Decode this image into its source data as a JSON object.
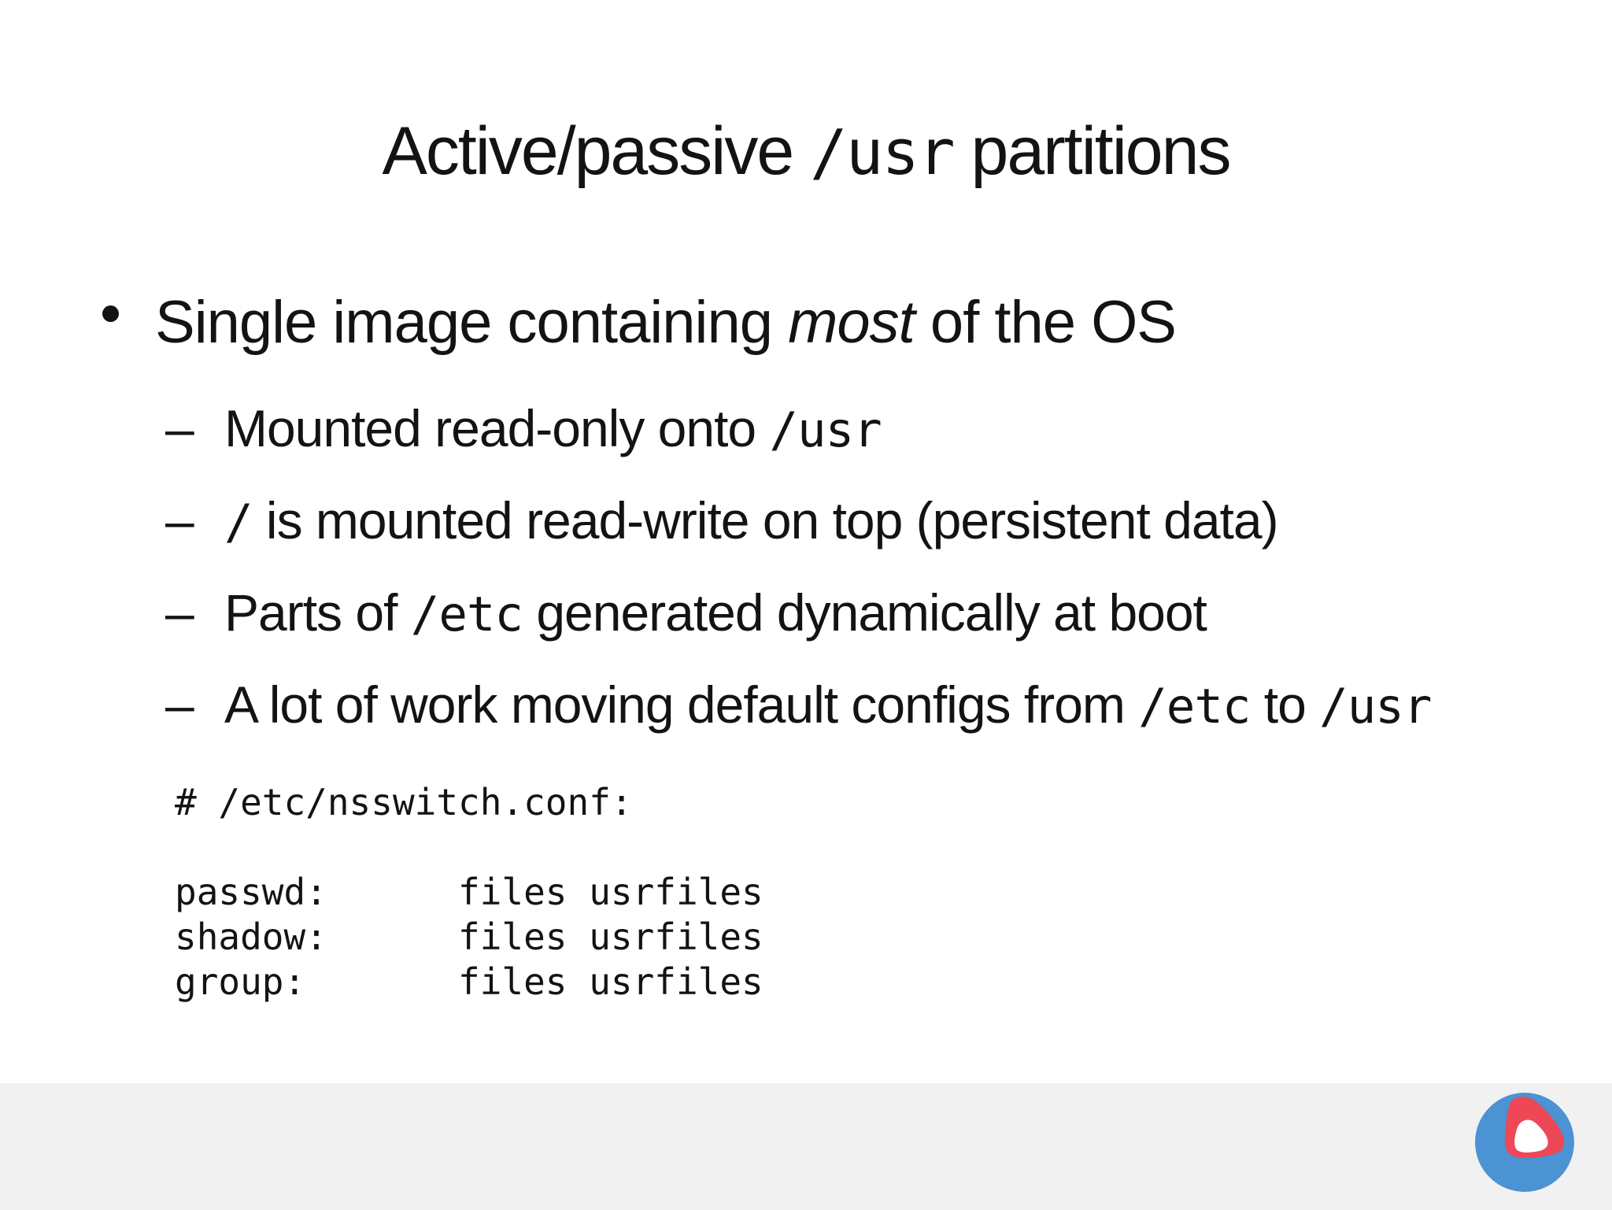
{
  "slide": {
    "title": {
      "pre": "Active/passive ",
      "code": "/usr",
      "post": " partitions"
    },
    "bullet_main": {
      "marker": "",
      "pre": "Single image containing ",
      "em": "most",
      "post": " of the OS"
    },
    "sub_bullets": [
      {
        "marker": "–",
        "pre": "Mounted read-only onto ",
        "code": "/usr",
        "post": ""
      },
      {
        "marker": "–",
        "pre": "",
        "code": "/",
        "post": " is mounted read-write on top (persistent data)"
      },
      {
        "marker": "–",
        "pre": "Parts of ",
        "code": "/etc",
        "post": " generated dynamically at boot"
      },
      {
        "marker": "–",
        "pre": "A lot of work moving default configs from ",
        "code": "/etc",
        "mid": " to ",
        "code2": "/usr",
        "post": ""
      }
    ],
    "code_block": {
      "lines": [
        "# /etc/nsswitch.conf:",
        "",
        "passwd:      files usrfiles",
        "shadow:      files usrfiles",
        "group:       files usrfiles"
      ]
    },
    "colors": {
      "text": "#131313",
      "background": "#ffffff",
      "footer_bg": "#f1f1f2",
      "logo_blue": "#4b93d2",
      "logo_red": "#ee4756",
      "logo_white": "#ffffff"
    },
    "logo_name": "conference-logo"
  }
}
